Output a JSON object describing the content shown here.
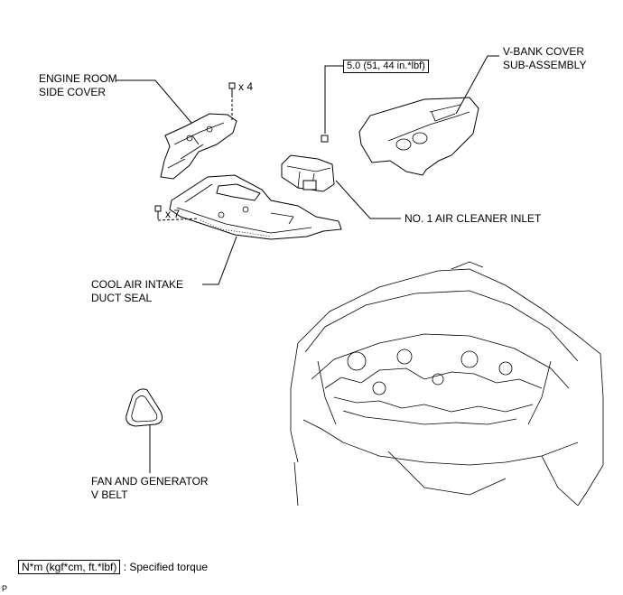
{
  "labels": {
    "engine_room_side_cover": [
      "ENGINE ROOM",
      "SIDE COVER"
    ],
    "v_bank_cover": [
      "V-BANK COVER",
      "SUB-ASSEMBLY"
    ],
    "air_cleaner_inlet": "NO. 1 AIR CLEANER INLET",
    "cool_air_intake": [
      "COOL AIR INTAKE",
      "DUCT SEAL"
    ],
    "fan_belt": [
      "FAN AND GENERATOR",
      "V BELT"
    ]
  },
  "quantities": {
    "bolt_x4": "x 4",
    "bolt_x7": "x 7"
  },
  "torque_spec": "5.0 (51, 44 in.*lbf)",
  "legend": {
    "unit_box": "N*m (kgf*cm, ft.*lbf)",
    "text": ": Specified torque"
  },
  "corner_mark": "P"
}
